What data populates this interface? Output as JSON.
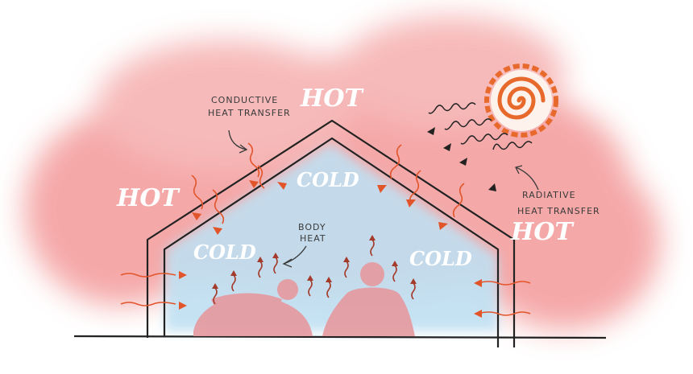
{
  "labels": {
    "hot_top": "HOT",
    "hot_left": "HOT",
    "hot_right": "HOT",
    "cold_top": "COLD",
    "cold_left": "COLD",
    "cold_right": "COLD",
    "conductive_line1": "CONDUCTIVE",
    "conductive_line2": "HEAT TRANSFER",
    "radiative_line1": "RADIATIVE",
    "radiative_line2": "HEAT TRANSFER",
    "body_line1": "BODY",
    "body_line2": "HEAT"
  },
  "colors": {
    "hot_glow": "#f28b8b",
    "cold_fill": "#bfe0f2",
    "sun": "#e8692c",
    "arrow": "#e2552b",
    "body_arrow": "#a33a2a",
    "people": "#e59aa0",
    "ink": "#222222"
  },
  "icons": {
    "sun": "sun-spiral-icon",
    "person_left": "person-reclining-icon",
    "person_right": "person-sitting-icon"
  }
}
